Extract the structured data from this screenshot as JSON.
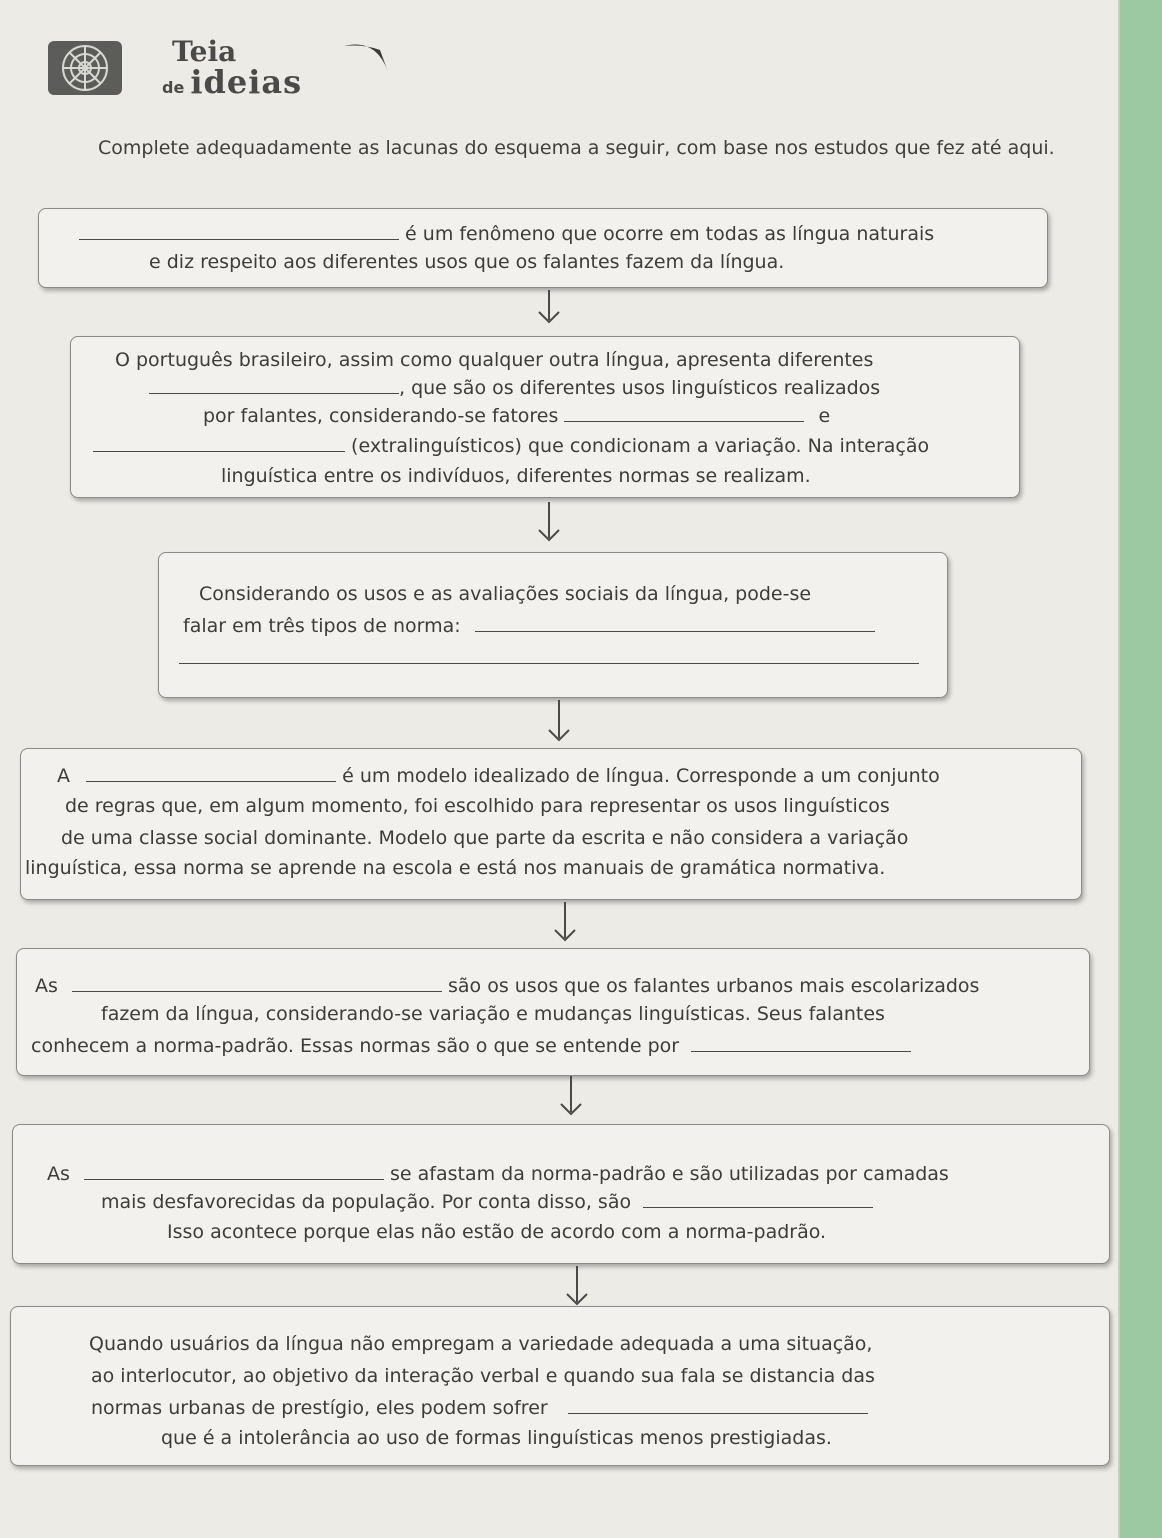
{
  "header": {
    "logo_line1": "Teia",
    "logo_de": "de",
    "logo_line2": "ideias"
  },
  "intro": "Complete adequadamente as lacunas do esquema a seguir, com base nos estudos que fez até aqui.",
  "boxes": {
    "b1": {
      "l1": "é um fenômeno que ocorre em todas as língua naturais",
      "l2": "e diz respeito aos diferentes usos que os falantes fazem da língua."
    },
    "b2": {
      "l1": "O português brasileiro, assim como qualquer outra língua, apresenta diferentes",
      "l2": ", que são os diferentes usos linguísticos realizados",
      "l3a": "por falantes, considerando-se fatores",
      "l3b": "e",
      "l4": "(extralinguísticos) que condicionam a variação. Na interação",
      "l5": "linguística entre os indivíduos, diferentes normas se realizam."
    },
    "b3": {
      "l1": "Considerando os usos e as avaliações sociais da língua, pode-se",
      "l2": "falar em três tipos de norma:"
    },
    "b4": {
      "l1a": "A",
      "l1b": "é um modelo idealizado de língua. Corresponde a um conjunto",
      "l2": "de regras que, em algum momento, foi escolhido para representar os usos linguísticos",
      "l3": "de uma classe social dominante. Modelo que parte da escrita e não considera a variação",
      "l4": "linguística, essa norma se aprende na escola e está nos manuais de gramática normativa."
    },
    "b5": {
      "l1a": "As",
      "l1b": "são os usos que os falantes urbanos mais escolarizados",
      "l2": "fazem da língua, considerando-se variação e mudanças linguísticas. Seus falantes",
      "l3": "conhecem a norma-padrão. Essas normas são o que se entende por"
    },
    "b6": {
      "l1a": "As",
      "l1b": "se afastam da norma-padrão e são utilizadas por camadas",
      "l2": "mais desfavorecidas da população. Por conta disso, são",
      "l3": "Isso acontece porque elas não estão de acordo com a norma-padrão."
    },
    "b7": {
      "l1": "Quando usuários da língua não empregam a variedade adequada a uma situação,",
      "l2": "ao interlocutor, ao objetivo da interação verbal e quando sua fala se distancia das",
      "l3": "normas urbanas de prestígio, eles podem sofrer",
      "l4": "que é a intolerância ao uso de formas linguísticas menos prestigiadas."
    }
  },
  "colors": {
    "background_green": "#9cc9a2",
    "page": "#ecebe6",
    "box": "#f3f1ed",
    "text": "#3c3c3a"
  }
}
